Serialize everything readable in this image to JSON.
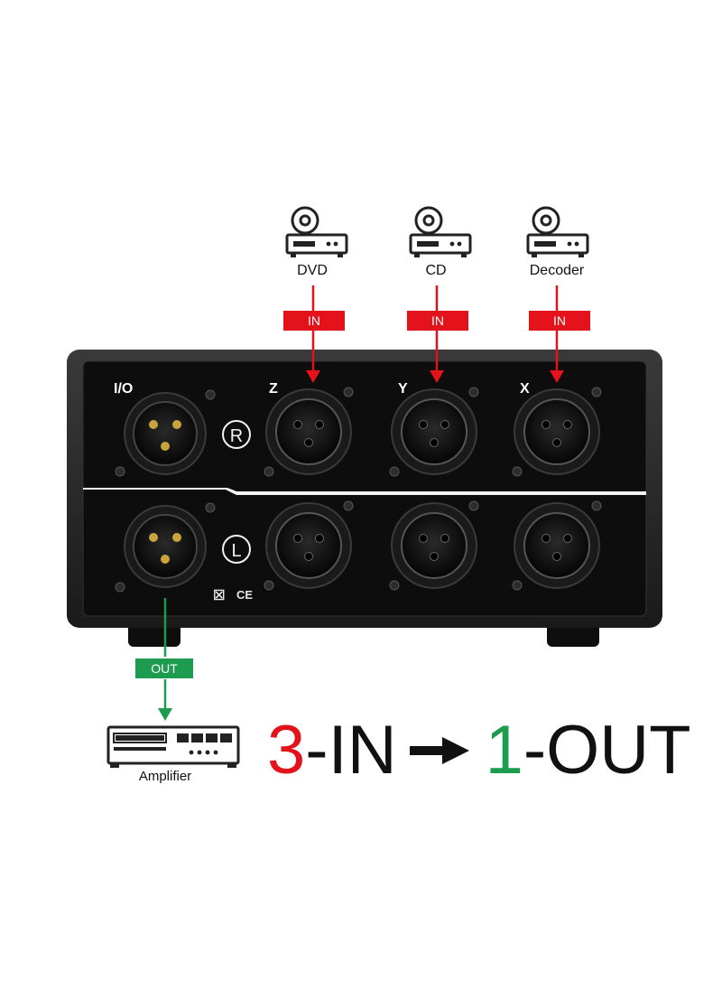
{
  "sources": [
    {
      "name": "DVD",
      "label": "IN",
      "icon": "dvd-player-icon"
    },
    {
      "name": "CD",
      "label": "IN",
      "icon": "dvd-player-icon"
    },
    {
      "name": "Decoder",
      "label": "IN",
      "icon": "dvd-player-icon"
    }
  ],
  "panel": {
    "io_label": "I/O",
    "ports": [
      "Z",
      "Y",
      "X"
    ],
    "channels": {
      "right": "R",
      "left": "L"
    },
    "certifications": {
      "weee": "☒",
      "ce": "CE"
    }
  },
  "output": {
    "label": "OUT",
    "device": "Amplifier",
    "icon": "amplifier-icon"
  },
  "tagline": {
    "in_count": "3",
    "in_text": "-IN",
    "out_count": "1",
    "out_text": "-OUT"
  },
  "colors": {
    "in": "#e3121b",
    "out": "#1d9b4f",
    "panel": "#0d0d0d",
    "text": "#111111"
  }
}
